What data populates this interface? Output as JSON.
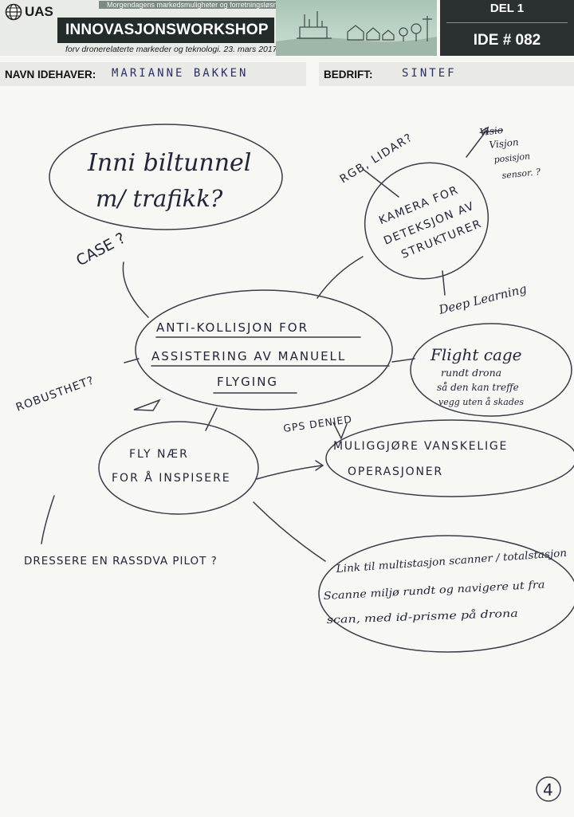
{
  "header": {
    "logo_text": "UAS",
    "tagline": "Morgendagens markedsmuligheter og forretningsløsninger",
    "title": "INNOVASJONSWORKSHOP",
    "subtitle": "forv dronerelaterte markeder og teknologi. 23. mars 2017",
    "part": "DEL 1",
    "idea_number": "IDE # 082"
  },
  "form": {
    "owner_label": "NAVN IDEHAVER:",
    "owner_value": "MARIANNE  BAKKEN",
    "company_label": "BEDRIFT:",
    "company_value": "SINTEF"
  },
  "mindmap": {
    "central": [
      "ANTI-KOLLISJON  FOR",
      "ASSISTERING  AV  MANUELL",
      "FLYGING"
    ],
    "tunnel": [
      "Inni  biltunnel",
      "m/ trafikk?"
    ],
    "case": "CASE ?",
    "camera": [
      "KAMERA  FOR",
      "DETEKSJON AV",
      "STRUKTURER"
    ],
    "rgb_lidar": "RGB, LIDAR?",
    "vision_struck": "Visio",
    "vision": [
      "Visjon",
      "posisjon",
      "sensor. ?"
    ],
    "deep_learning": "Deep Learning",
    "robusthet": "ROBUSTHET?",
    "flight_cage": [
      "Flight cage",
      "rundt drona",
      "så den kan treffe",
      "vegg uten å skades"
    ],
    "gps_denied": "GPS DENIED",
    "fly_naer": [
      "FLY NÆR",
      "FOR Å INSPISERE"
    ],
    "muliggjore": [
      "MULIGGJØRE  VANSKELIGE",
      "OPERASJONER"
    ],
    "dressere": "DRESSERE EN RASSDVA PILOT ?",
    "link": [
      "Link til multistasjon scanner / totalstasjon",
      "Scanne miljø rundt og navigere ut fra",
      "scan, med id-prisme på drona"
    ],
    "page_number": "4"
  }
}
